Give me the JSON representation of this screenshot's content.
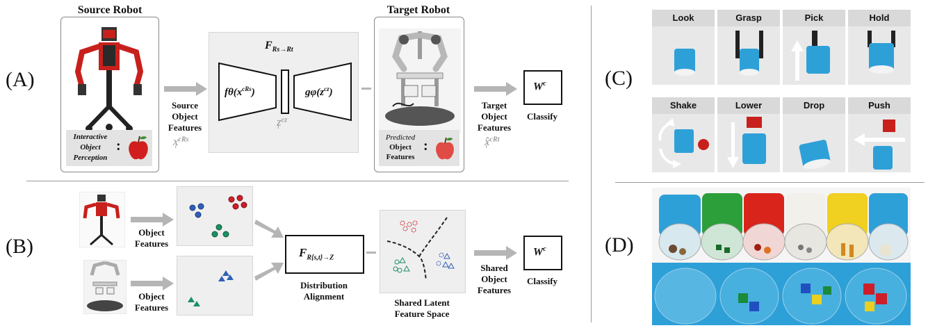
{
  "panels": {
    "a": "(A)",
    "b": "(B)",
    "c": "(C)",
    "d": "(D)"
  },
  "panel_a": {
    "source_title": "Source Robot",
    "target_title": "Target Robot",
    "interactive_label": [
      "Interactive",
      "Object",
      "Perception"
    ],
    "colon": ":",
    "source_features": [
      "Source",
      "Object",
      "Features"
    ],
    "source_symbol": "x",
    "source_symbol_sup": "cRs",
    "source_symbol_sub": "i",
    "mapping_title": "F",
    "mapping_sub": "Rs→Rt",
    "encoder": "fθ(x",
    "encoder_sup": "cRs",
    "encoder_tail": ")",
    "latent_symbol": "z",
    "latent_sup": "cz",
    "latent_sub": "i",
    "decoder": "gφ(z",
    "decoder_sup": "cz",
    "decoder_tail": ")",
    "predicted_label": "Predicted",
    "object_features_label": [
      "Object",
      "Features"
    ],
    "target_features": [
      "Target",
      "Object",
      "Features"
    ],
    "target_symbol": "x̂",
    "target_symbol_sup": "cRt",
    "target_symbol_sub": "i",
    "classifier": "W",
    "classifier_sup": "c",
    "classify": "Classify"
  },
  "panel_b": {
    "object_features_top": [
      "Object",
      "Features"
    ],
    "object_features_bottom": [
      "Object",
      "Features"
    ],
    "alignment_title": "F",
    "alignment_sub": "R{s,t}→Z",
    "distribution_alignment": [
      "Distribution",
      "Alignment"
    ],
    "shared_space": [
      "Shared Latent",
      "Feature Space"
    ],
    "shared_features": [
      "Shared",
      "Object",
      "Features"
    ],
    "classifier": "W",
    "classifier_sup": "c",
    "classify": "Classify"
  },
  "panel_c": {
    "behaviors": [
      "Look",
      "Grasp",
      "Pick",
      "Hold",
      "Shake",
      "Lower",
      "Drop",
      "Push"
    ]
  },
  "colors": {
    "robot_red": "#c8201c",
    "arrow_gray": "#b5b5b5",
    "cluster_blue": "#2f5fb7",
    "cluster_red": "#cc1f2a",
    "cluster_green": "#1c8f63",
    "container_blue": "#2ea0d8"
  }
}
